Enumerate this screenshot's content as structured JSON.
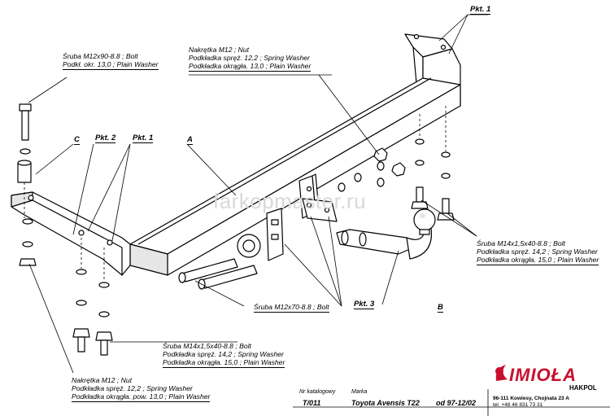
{
  "watermark": "farkopmaster.ru",
  "labels": {
    "pkt1_top": "Pkt. 1",
    "pkt1_left": "Pkt. 1",
    "pkt2": "Pkt. 2",
    "pkt3": "Pkt. 3",
    "c": "C",
    "a": "A",
    "b": "B"
  },
  "callouts": {
    "bolt_m12x90": [
      "Śruba M12x90-8.8 ;  Bolt",
      "Podkł. okr. 13,0 ; Plain Washer"
    ],
    "nut_top": [
      "Nakrętka  M12 ; Nut",
      "Podkładka spręż. 12,2 ; Spring Washer",
      "Podkładka okrągła. 13,0 ; Plain Washer"
    ],
    "bolt_m14_right": [
      "Śruba M14x1,5x40-8.8 ;  Bolt",
      "Podkładka spręż. 14,2 ; Spring Washer",
      "Podkładka okrągła. 15,0 ; Plain Washer"
    ],
    "bolt_m12x70": [
      "Śruba M12x70-8.8 ;  Bolt"
    ],
    "bolt_m14_bottom": [
      "Śruba M14x1,5x40-8.8 ;  Bolt",
      "Podkładka spręż. 14,2 ; Spring Washer",
      "Podkładka okrągła. 15,0 ; Plain Washer"
    ],
    "nut_bottom": [
      "Nakrętka  M12 ; Nut",
      "Podkładka spręż. 12,2 ; Spring Washer",
      "Podkładka okrągła. pow. 13,0 ; Plain Washer"
    ]
  },
  "footer": {
    "catalog_label": "Nr katalogowy",
    "catalog_value": "T/011",
    "brand_label": "Marka",
    "model": "Toyota Avensis T22",
    "date": "od  97-12/02",
    "company": "IMIOŁA",
    "company_sub": "HAKPOL",
    "address": "96-111 Kowiesy, Chojnata 23 A",
    "phone": "tel. +48 46 831 73 31"
  },
  "colors": {
    "line": "#000000",
    "fill": "#ffffff",
    "shade": "#e6e6e6",
    "brand_red": "#c8102e"
  }
}
